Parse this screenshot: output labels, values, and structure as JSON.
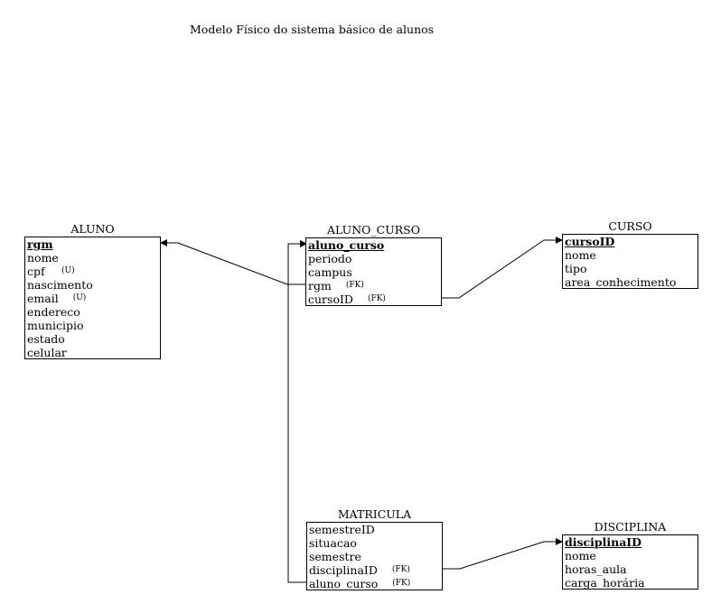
{
  "title": "Modelo Físico do sistema básico de alunos",
  "entities": {
    "aluno": {
      "name": "ALUNO",
      "attrs": [
        {
          "text": "rgm",
          "pk": true,
          "tag": ""
        },
        {
          "text": "nome",
          "pk": false,
          "tag": ""
        },
        {
          "text": "cpf",
          "pk": false,
          "tag": "(U)"
        },
        {
          "text": "nascimento",
          "pk": false,
          "tag": ""
        },
        {
          "text": "email",
          "pk": false,
          "tag": "(U)"
        },
        {
          "text": "endereco",
          "pk": false,
          "tag": ""
        },
        {
          "text": "municipio",
          "pk": false,
          "tag": ""
        },
        {
          "text": "estado",
          "pk": false,
          "tag": ""
        },
        {
          "text": "celular",
          "pk": false,
          "tag": ""
        }
      ]
    },
    "aluno_curso": {
      "name": "ALUNO_CURSO",
      "attrs": [
        {
          "text": "aluno_curso",
          "pk": true,
          "tag": ""
        },
        {
          "text": "periodo",
          "pk": false,
          "tag": ""
        },
        {
          "text": "campus",
          "pk": false,
          "tag": ""
        },
        {
          "text": "rgm",
          "pk": false,
          "tag": "(FK)"
        },
        {
          "text": "cursoID",
          "pk": false,
          "tag": "(FK)"
        }
      ]
    },
    "curso": {
      "name": "CURSO",
      "attrs": [
        {
          "text": "cursoID",
          "pk": true,
          "tag": ""
        },
        {
          "text": "nome",
          "pk": false,
          "tag": ""
        },
        {
          "text": "tipo",
          "pk": false,
          "tag": ""
        },
        {
          "text": "area_conhecimento",
          "pk": false,
          "tag": ""
        }
      ]
    },
    "matricula": {
      "name": "MATRICULA",
      "attrs": [
        {
          "text": "semestreID",
          "pk": false,
          "tag": ""
        },
        {
          "text": "situacao",
          "pk": false,
          "tag": ""
        },
        {
          "text": "semestre",
          "pk": false,
          "tag": ""
        },
        {
          "text": "disciplinaID",
          "pk": false,
          "tag": "(FK)"
        },
        {
          "text": "aluno_curso",
          "pk": false,
          "tag": "(FK)"
        }
      ]
    },
    "disciplina": {
      "name": "DISCIPLINA",
      "attrs": [
        {
          "text": "disciplinaID",
          "pk": true,
          "tag": ""
        },
        {
          "text": "nome",
          "pk": false,
          "tag": ""
        },
        {
          "text": "horas_aula",
          "pk": false,
          "tag": ""
        },
        {
          "text": "carga_horária",
          "pk": false,
          "tag": ""
        }
      ]
    }
  }
}
